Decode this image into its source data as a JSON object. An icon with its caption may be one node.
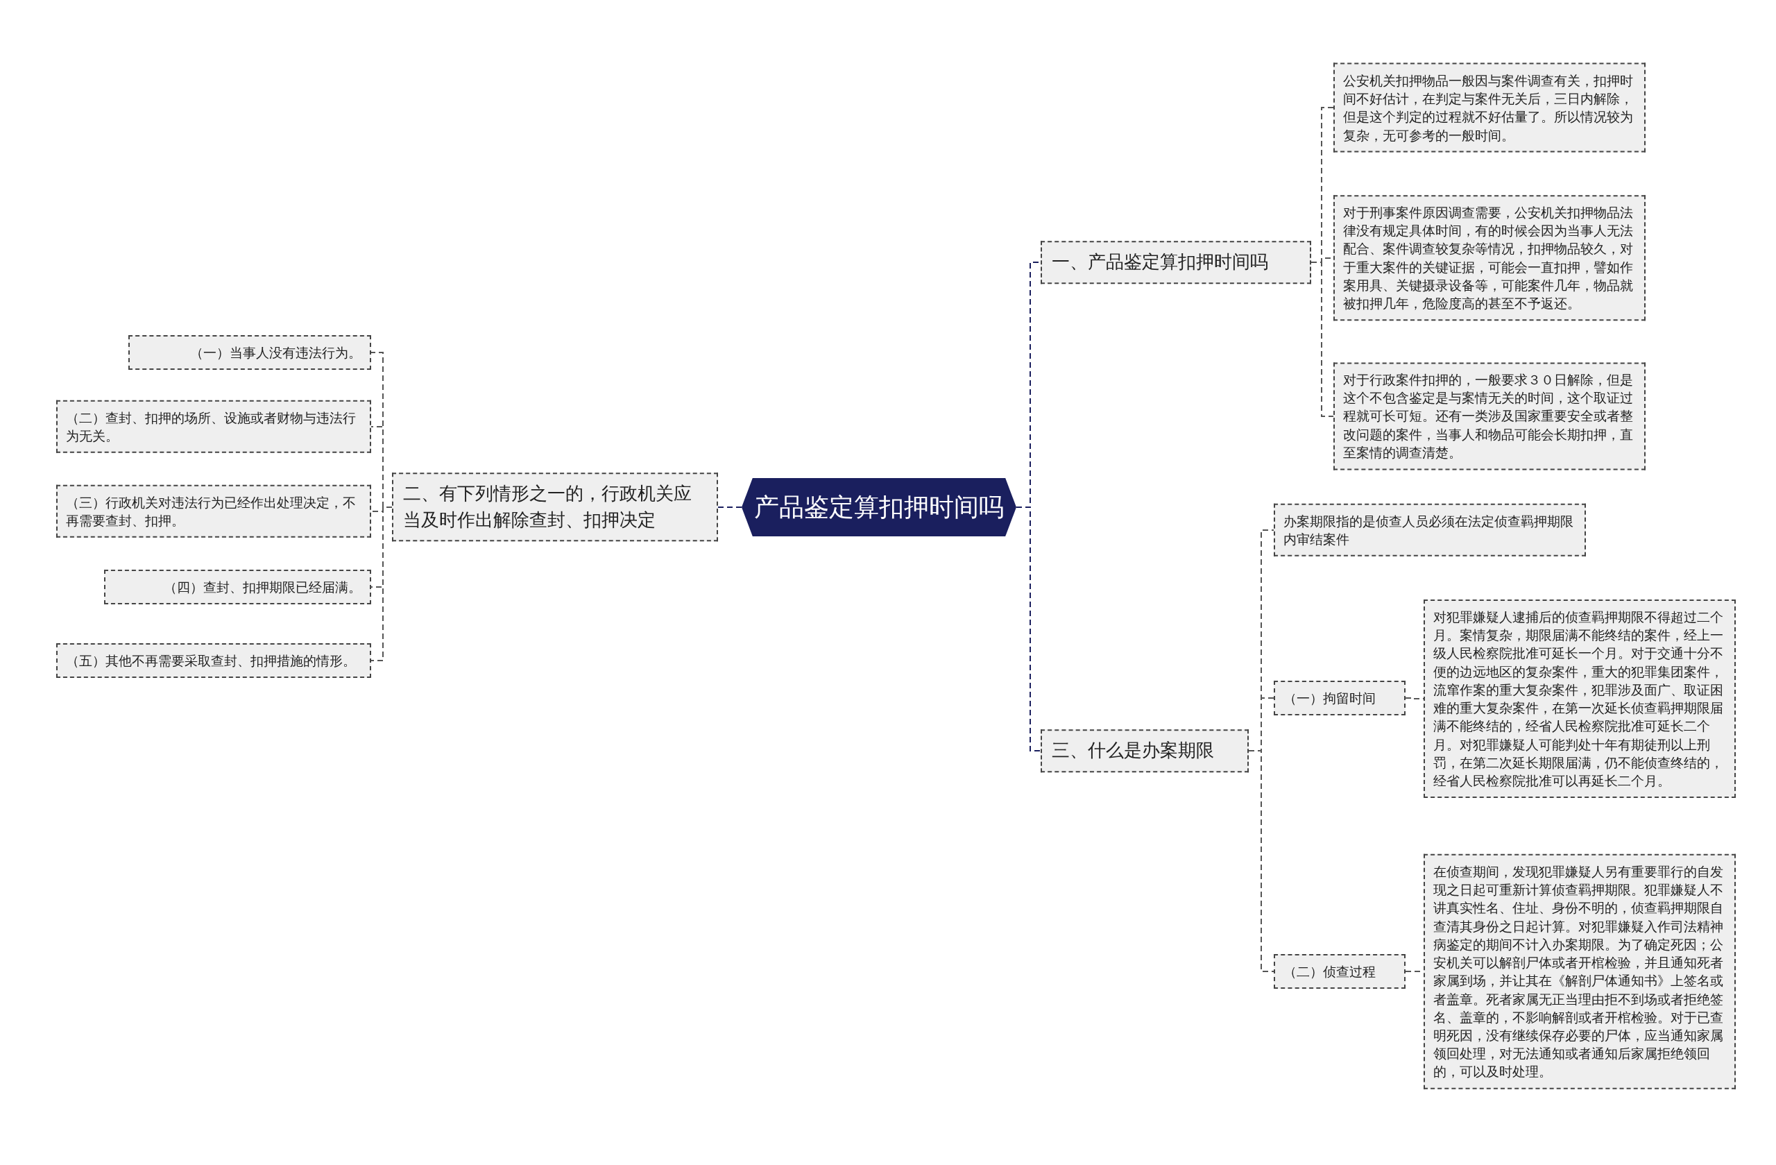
{
  "diagram": {
    "nodes": [
      {
        "text": [
          "产品鉴定算扣押时间吗"
        ]
      },
      {
        "text": [
          "二、有下列情形之一的，行政机关应当及时作出解除查封、扣押决定"
        ]
      },
      {
        "text": [
          "（一）当事人没有违法行为。"
        ]
      },
      {
        "text": [
          "（二）查封、扣押的场所、设施或者财物与违法行为无关。"
        ]
      },
      {
        "text": [
          "（三）行政机关对违法行为已经作出处理决定，不再需要查封、扣押。"
        ]
      },
      {
        "text": [
          "（四）查封、扣押期限已经届满。"
        ]
      },
      {
        "text": [
          "（五）其他不再需要采取查封、扣押措施的情形。"
        ]
      },
      {
        "text": [
          "一、产品鉴定算扣押时间吗"
        ]
      },
      {
        "text": [
          "公安机关扣押物品一般因与案件调查有关，扣押时间不好估计，在判定与案件无关后，三日内解除，但是这个判定的过程就不好估量了。所以情况较为复杂，无可参考的一般时间。"
        ]
      },
      {
        "text": [
          "对于刑事案件原因调查需要，公安机关扣押物品法律没有规定具体时间，有的时候会因为当事人无法配合、案件调查较复杂等情况，扣押物品较久，对于重大案件的关键证据，可能会一直扣押，譬如作案用具、关键摄录设备等，可能案件几年，物品就被扣押几年，危险度高的甚至不予返还。"
        ]
      },
      {
        "text": [
          "对于行政案件扣押的，一般要求３０日解除，但是这个不包含鉴定是与案情无关的时间，这个取证过程就可长可短。还有一类涉及国家重要安全或者整改问题的案件，当事人和物品可能会长期扣押，直至案情的调查清楚。"
        ]
      },
      {
        "text": [
          "三、什么是办案期限"
        ]
      },
      {
        "text": [
          "办案期限指的是侦查人员必须在法定侦查羁押期限内审结案件"
        ]
      },
      {
        "text": [
          "（一）拘留时间"
        ]
      },
      {
        "text": [
          "对犯罪嫌疑人逮捕后的侦查羁押期限不得超过二个月。案情复杂，期限届满不能终结的案件，经上一级人民检察院批准可延长一个月。对于交通十分不便的边远地区的复杂案件，重大的犯罪集团案件，流窜作案的重大复杂案件，犯罪涉及面广、取证困难的重大复杂案件，在第一次延长侦查羁押期限届满不能终结的，经省人民检察院批准可延长二个月。对犯罪嫌疑人可能判处十年有期徒刑以上刑罚，在第二次延长期限届满，仍不能侦查终结的，经省人民检察院批准可以再延长二个月。"
        ]
      },
      {
        "text": [
          "（二）侦查过程"
        ]
      },
      {
        "text": [
          "在侦查期间，发现犯罪嫌疑人另有重要罪行的自发现之日起可重新计算侦查羁押期限。犯罪嫌疑人不讲真实性名、住址、身份不明的，侦查羁押期限自查清其身份之日起计算。对犯罪嫌疑入作司法精神病鉴定的期间不计入办案期限。为了确定死因；公安机关可以解剖尸体或者开棺检验，并且通知死者家属到场，并让其在《解剖尸体通知书》上签名或者盖章。死者家属无正当理由拒不到场或者拒绝签名、盖章的，不影响解剖或者开棺检验。对于已查明死因，没有继续保存必要的尸体，应当通知家属领回处理，对无法通知或者通知后家属拒绝领回的，可以及时处理。"
        ]
      }
    ],
    "edges": [
      {
        "from": 0,
        "to": 1,
        "arrow": "none",
        "style": "dashed",
        "color": "#1a1f5e"
      },
      {
        "from": 1,
        "to": 2,
        "arrow": "none",
        "style": "dashed"
      },
      {
        "from": 1,
        "to": 3,
        "arrow": "none",
        "style": "dashed"
      },
      {
        "from": 1,
        "to": 4,
        "arrow": "none",
        "style": "dashed"
      },
      {
        "from": 1,
        "to": 5,
        "arrow": "none",
        "style": "dashed"
      },
      {
        "from": 1,
        "to": 6,
        "arrow": "none",
        "style": "dashed"
      },
      {
        "from": 0,
        "to": 7,
        "arrow": "none",
        "style": "dashed",
        "color": "#1a1f5e"
      },
      {
        "from": 7,
        "to": 8,
        "arrow": "none",
        "style": "dashed"
      },
      {
        "from": 7,
        "to": 9,
        "arrow": "none",
        "style": "dashed"
      },
      {
        "from": 7,
        "to": 10,
        "arrow": "none",
        "style": "dashed"
      },
      {
        "from": 0,
        "to": 11,
        "arrow": "none",
        "style": "dashed",
        "color": "#1a1f5e"
      },
      {
        "from": 11,
        "to": 12,
        "arrow": "none",
        "style": "dashed"
      },
      {
        "from": 11,
        "to": 13,
        "arrow": "none",
        "style": "dashed"
      },
      {
        "from": 11,
        "to": 15,
        "arrow": "none",
        "style": "dashed"
      },
      {
        "from": 13,
        "to": 14,
        "arrow": "none",
        "style": "dashed"
      },
      {
        "from": 15,
        "to": 16,
        "arrow": "none",
        "style": "dashed"
      }
    ]
  }
}
